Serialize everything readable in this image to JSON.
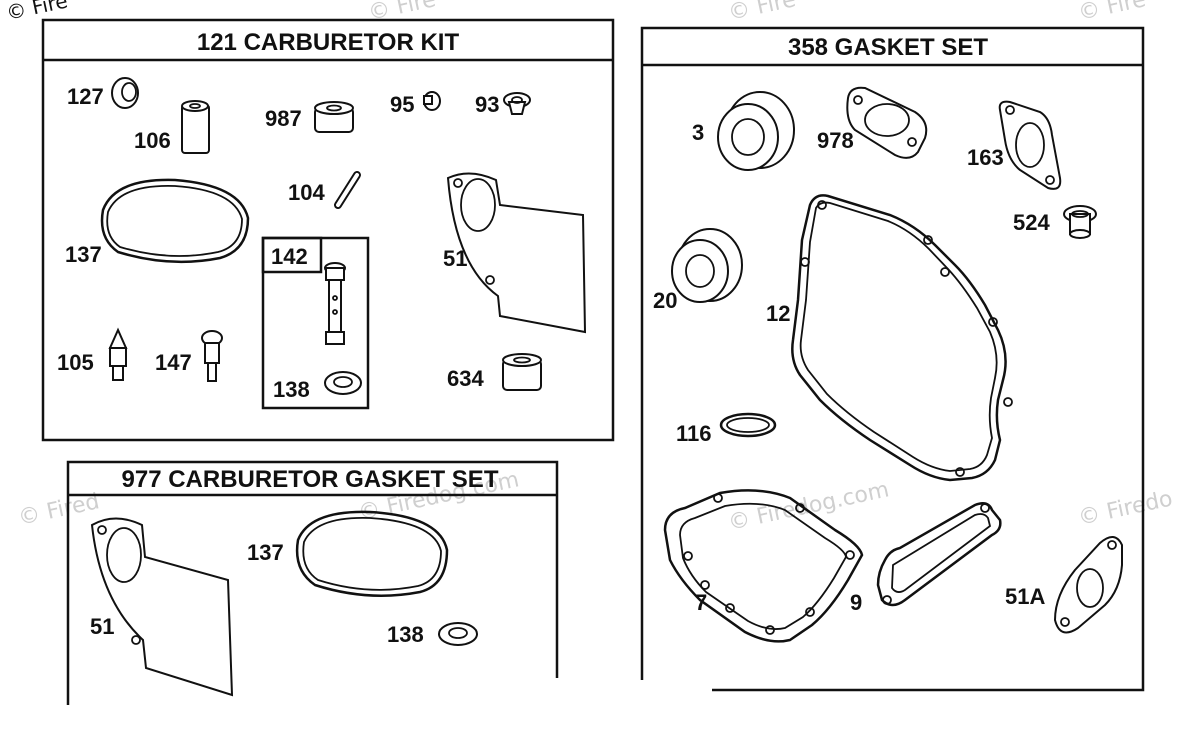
{
  "copyright": "© Fire",
  "watermark": "© Firedog.com",
  "watermark_partial_1": "© Fired",
  "watermark_partial_2": "© Firedo",
  "watermark_partial_3": "© Fire",
  "panels": {
    "carburetor_kit": {
      "title": "121 CARBURETOR KIT",
      "labels": {
        "p127": "127",
        "p106": "106",
        "p987": "987",
        "p95": "95",
        "p93": "93",
        "p104": "104",
        "p137": "137",
        "p51": "51",
        "p142": "142",
        "p105": "105",
        "p147": "147",
        "p138": "138",
        "p634": "634"
      }
    },
    "carburetor_gasket_set": {
      "title": "977 CARBURETOR GASKET SET",
      "labels": {
        "p51": "51",
        "p137": "137",
        "p138": "138"
      }
    },
    "gasket_set": {
      "title": "358 GASKET SET",
      "labels": {
        "p3": "3",
        "p978": "978",
        "p163": "163",
        "p524": "524",
        "p20": "20",
        "p12": "12",
        "p116": "116",
        "p7": "7",
        "p9": "9",
        "p51a": "51A"
      }
    }
  }
}
